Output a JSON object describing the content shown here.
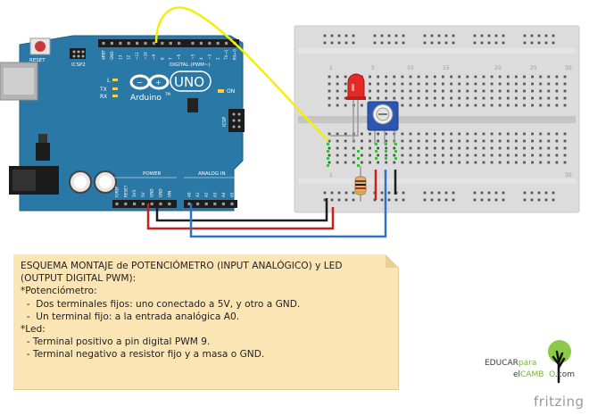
{
  "arduino": {
    "reset": "RESET",
    "icsp2": "ICSP2",
    "icsp": "ICSP",
    "uno": "UNO",
    "brand": "Arduino",
    "tm": "TM",
    "led_l": "L",
    "led_tx": "TX",
    "led_rx": "RX",
    "led_on": "ON",
    "digital": "DIGITAL (PWM~)",
    "power": "POWER",
    "analog_in": "ANALOG IN",
    "power_pins": [
      "IOREF",
      "RESET",
      "3V3",
      "5V",
      "GND",
      "GND",
      "VIN"
    ],
    "analog_pins": [
      "A0",
      "A1",
      "A2",
      "A3",
      "A4",
      "A5"
    ],
    "digital_pins": [
      "AREF",
      "GND",
      "13",
      "12",
      "~11",
      "~10",
      "~9",
      "8",
      "7",
      "~6",
      "~5",
      "4",
      "~3",
      "2",
      "TX→1",
      "RX←0"
    ]
  },
  "breadboard": {
    "col_numbers": [
      "1",
      "5",
      "10",
      "15",
      "20",
      "25",
      "30"
    ]
  },
  "note": {
    "lines": [
      "ESQUEMA MONTAJE de POTENCIÓMETRO (INPUT ANALÓGICO) y LED",
      "(OUTPUT DIGITAL PWM):",
      "",
      "*Potenciómetro:",
      "  -  Dos terminales fijos: uno conectado a 5V, y otro a GND.",
      "  -  Un terminal fijo: a la entrada analógica A0.",
      "*Led:",
      "  - Terminal positivo a pin digital PWM 9.",
      "  - Terminal negativo a resistor fijo y a masa o GND."
    ]
  },
  "logo": {
    "educar": "EDUCAR",
    "para": "para",
    "el": "el",
    "cambio": "CAMB",
    "o": "O",
    "com": ".com"
  },
  "footer": {
    "fritzing": "fritzing"
  },
  "colors": {
    "board": "#2a78a6",
    "wire_yellow": "#f5ee0a",
    "wire_red": "#c8201c",
    "wire_black": "#1d1d1d",
    "wire_blue": "#2e73c8",
    "note_bg": "#fbe5b4",
    "led": "#e32a27",
    "pot": "#2b56b5"
  }
}
